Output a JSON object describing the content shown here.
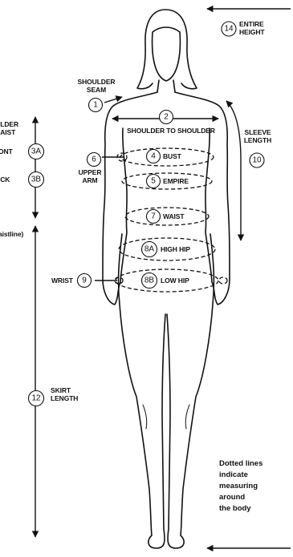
{
  "colors": {
    "line": "#111111",
    "background": "#ffffff"
  },
  "markers": {
    "m1": "1",
    "m2": "2",
    "m3a": "3A",
    "m3b": "3B",
    "m4": "4",
    "m5": "5",
    "m6": "6",
    "m7": "7",
    "m8a": "8A",
    "m8b": "8B",
    "m9": "9",
    "m10": "10",
    "m12": "12",
    "m14": "14"
  },
  "labels": {
    "entire_height_1": "ENTIRE",
    "entire_height_2": "HEIGHT",
    "shoulder_seam_1": "SHOULDER",
    "shoulder_seam_2": "SEAM",
    "shoulder_to_shoulder": "SHOULDER TO SHOULDER",
    "sleeve_length_1": "SLEEVE",
    "sleeve_length_2": "LENGTH",
    "bust": "BUST",
    "empire": "EMPIRE",
    "upper_arm_1": "UPPER",
    "upper_arm_2": "ARM",
    "waist": "WAIST",
    "high_hip": "HIGH HIP",
    "low_hip": "LOW HIP",
    "wrist": "WRIST",
    "skirt_length_1": "SKIRT",
    "skirt_length_2": "LENGTH",
    "cut_shoulder_waist_1": "ILDER",
    "cut_shoulder_waist_2": "/AIST",
    "cut_front": "ONT",
    "cut_back": "ICK",
    "cut_waistline": "aistline)"
  },
  "note": {
    "line1": "Dotted lines",
    "line2": "indicate",
    "line3": "measuring",
    "line4": "around",
    "line5": "the body"
  }
}
